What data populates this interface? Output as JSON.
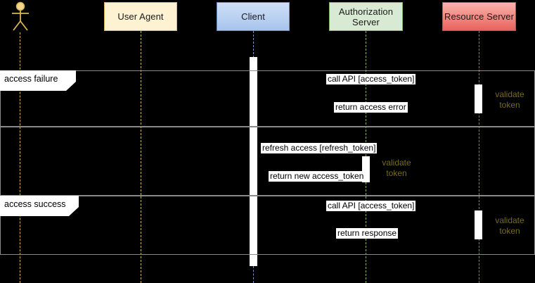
{
  "diagram": {
    "type": "uml-sequence-diagram",
    "background_color": "#000000",
    "participants": [
      {
        "id": "actor",
        "label": "",
        "icon": "actor-stick-figure",
        "lifeline_color": "#d6b656"
      },
      {
        "id": "user-agent",
        "label": "User Agent",
        "fill_color": "#fdf3d2",
        "border_color": "#d6b656",
        "lifeline_color": "#d6b656"
      },
      {
        "id": "client",
        "label": "Client",
        "fill_color": "#a7c4ec",
        "border_color": "#6c8ebf",
        "lifeline_color": "#7a91c6"
      },
      {
        "id": "authorization-server",
        "label": "Authorization\nServer",
        "label_line1": "Authorization",
        "label_line2": "Server",
        "fill_color": "#d8ead3",
        "border_color": "#82b366",
        "lifeline_color": "#82b366"
      },
      {
        "id": "resource-server",
        "label": "Resource Server",
        "fill_color": "#e8635c",
        "border_color": "#b85450",
        "lifeline_color": "#c0605c"
      }
    ],
    "fragments": [
      {
        "id": "access-failure",
        "label": "access failure"
      },
      {
        "id": "refresh",
        "label": ""
      },
      {
        "id": "access-success",
        "label": "access success"
      }
    ],
    "messages": [
      {
        "id": "m1",
        "label": "call API [access_token]",
        "from": "client",
        "to": "resource-server",
        "fragment": "access-failure"
      },
      {
        "id": "m2",
        "label": "return access error",
        "from": "resource-server",
        "to": "client",
        "fragment": "access-failure"
      },
      {
        "id": "m3",
        "label": "refresh access [refresh_token]",
        "from": "client",
        "to": "authorization-server",
        "fragment": "refresh"
      },
      {
        "id": "m4",
        "label": "return new access_token",
        "from": "authorization-server",
        "to": "client",
        "fragment": "refresh"
      },
      {
        "id": "m5",
        "label": "call API [access_token]",
        "from": "client",
        "to": "resource-server",
        "fragment": "access-success"
      },
      {
        "id": "m6",
        "label": "return response",
        "from": "resource-server",
        "to": "client",
        "fragment": "access-success"
      }
    ],
    "notes": [
      {
        "id": "n1",
        "label": "validate\ntoken",
        "on": "resource-server",
        "color": "#766b20"
      },
      {
        "id": "n2",
        "label": "validate\ntoken",
        "on": "authorization-server",
        "color": "#766b20"
      },
      {
        "id": "n3",
        "label": "validate\ntoken",
        "on": "resource-server",
        "color": "#766b20"
      }
    ]
  }
}
